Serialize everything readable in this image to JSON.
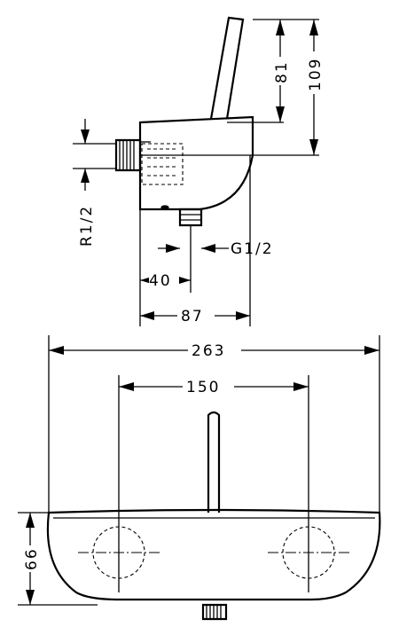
{
  "dimensions": {
    "handle_height": "81",
    "total_height": "109",
    "inlet_thread": "R1/2",
    "outlet_thread": "G1/2",
    "outlet_offset": "40",
    "body_depth": "87",
    "total_width": "263",
    "center_distance": "150",
    "body_height": "66"
  }
}
